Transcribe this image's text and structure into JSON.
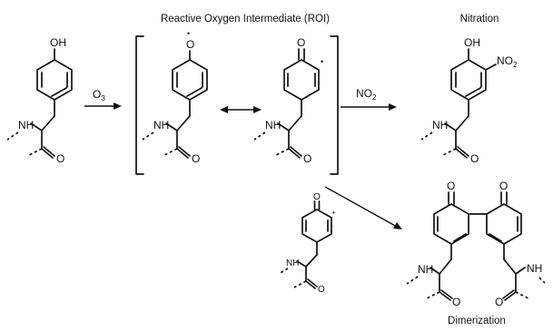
{
  "headings": {
    "roi": "Reactive Oxygen Intermediate (ROI)",
    "nitration": "Nitration",
    "dimerization": "Dimerization"
  },
  "reagents": {
    "ozone": {
      "base": "O",
      "sub": "3"
    },
    "nitrogen_dioxide": {
      "base": "NO",
      "sub": "2"
    }
  },
  "atoms": {
    "hydroxyl": "OH",
    "amide_nh": "NH",
    "carbonyl_o": "O",
    "nitro": {
      "base": "NO",
      "sub": "2"
    }
  },
  "radical_dot": "•"
}
